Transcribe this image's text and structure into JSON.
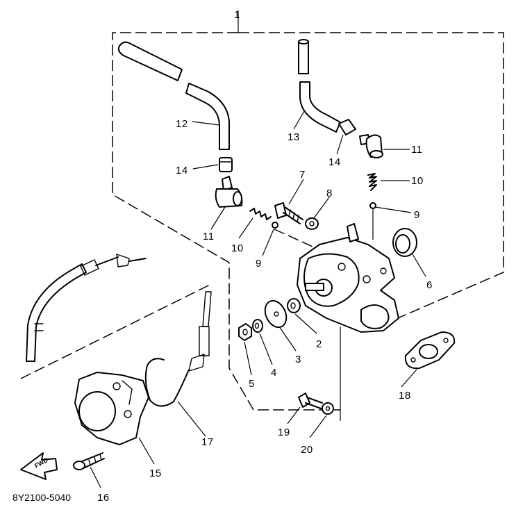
{
  "diagram": {
    "drawing_code": "8Y2100-5040",
    "fwd_mark": "FWD",
    "callouts": {
      "c1": "1",
      "c2": "2",
      "c3": "3",
      "c4": "4",
      "c5": "5",
      "c6": "6",
      "c7": "7",
      "c8": "8",
      "c9a": "9",
      "c9b": "9",
      "c10a": "10",
      "c10b": "10",
      "c11a": "11",
      "c11b": "11",
      "c12": "12",
      "c13": "13",
      "c14a": "14",
      "c14b": "14",
      "c15": "15",
      "c16": "16",
      "c17": "17",
      "c18": "18",
      "c19": "19",
      "c20": "20"
    }
  }
}
